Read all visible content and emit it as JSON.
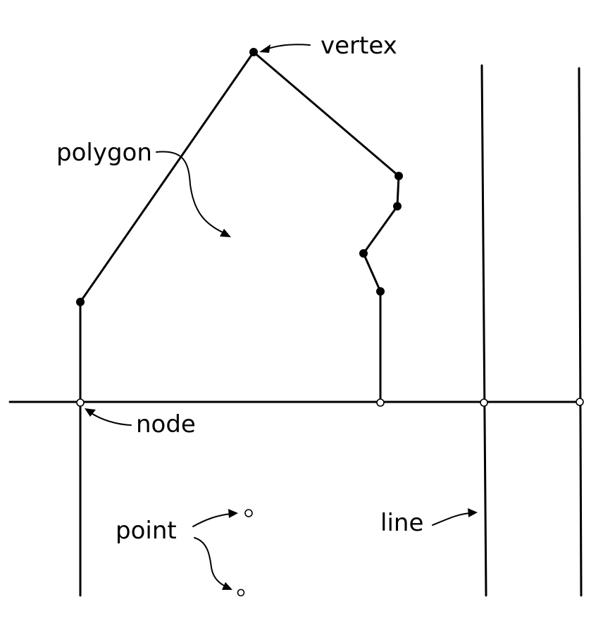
{
  "labels": {
    "vertex": "vertex",
    "polygon": "polygon",
    "node": "node",
    "point": "point",
    "line": "line"
  },
  "colors": {
    "stroke": "#000000",
    "background": "#ffffff"
  }
}
